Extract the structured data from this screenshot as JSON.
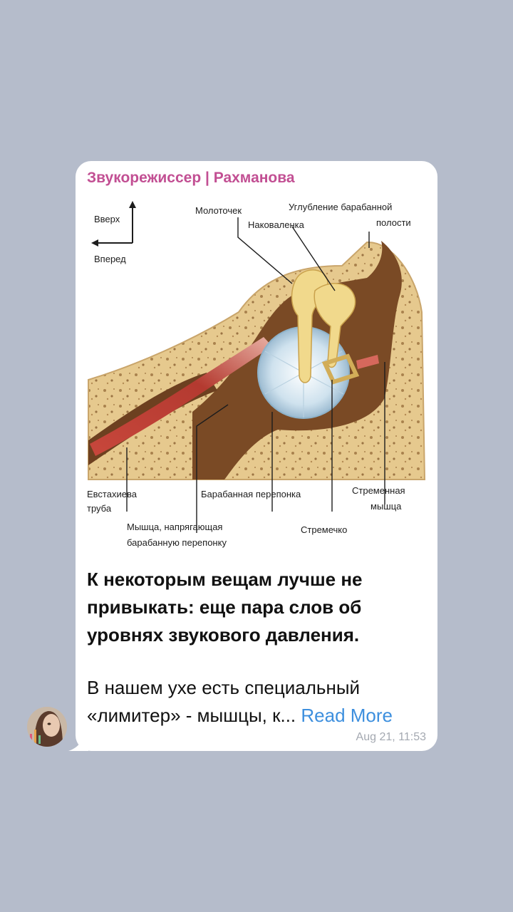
{
  "message": {
    "channel_name": "Звукорежиссер | Рахманова",
    "title_line1": "К некоторым вещам лучше не",
    "title_line2": "привыкать: еще пара слов об",
    "title_line3": "уровнях звукового давления.",
    "body_line1": "В нашем ухе есть специальный",
    "body_line2": "«лимитер» - мышцы, к...",
    "read_more": "Read More",
    "time": "Aug 21, 11:53"
  },
  "diagram": {
    "up": "Вверх",
    "forward": "Вперед",
    "malleus": "Молоточек",
    "incus": "Наковаленка",
    "recess_line1": "Углубление  барабанной",
    "recess_line2": "полости",
    "eustachian_line1": "Евстахиева",
    "eustachian_line2": "труба",
    "eardrum": "Барабанная перепонка",
    "stapedius_line1": "Стременная",
    "stapedius_line2": "мышца",
    "tensor_line1": "Мышца, напрягающая",
    "tensor_line2": "барабанную перепонку",
    "stapes": "Стремечко"
  },
  "colors": {
    "background": "#b5bccb",
    "bubble": "#ffffff",
    "channel_name": "#c24f93",
    "link": "#3d8fde",
    "time": "#a4a9b1",
    "bone": "#e6c98e",
    "cavity": "#7a4a25",
    "muscle": "#c8473c",
    "eardrum": "#cfe2ee"
  },
  "icons": {
    "avatar": "user-avatar-photo",
    "arrow_up": "arrow-up-icon",
    "arrow_left": "arrow-left-icon"
  }
}
